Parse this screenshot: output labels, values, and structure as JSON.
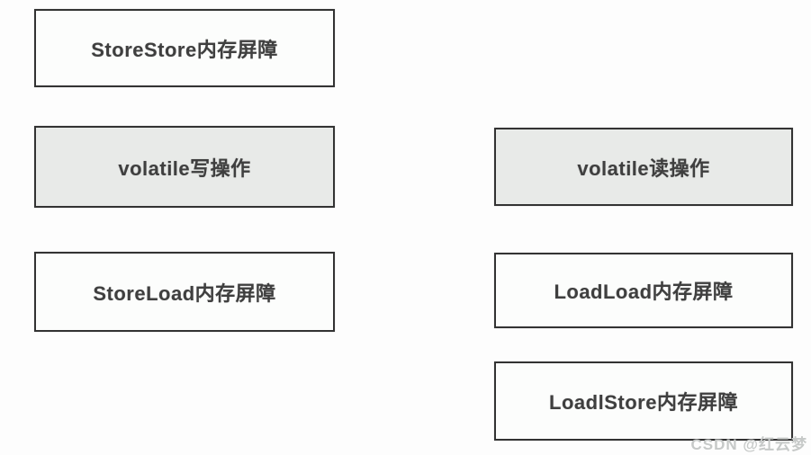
{
  "boxes": [
    {
      "id": "storestore-barrier",
      "label": "StoreStore内存屏障",
      "variant": "white"
    },
    {
      "id": "volatile-write",
      "label": "volatile写操作",
      "variant": "gray"
    },
    {
      "id": "storeload-barrier",
      "label": "StoreLoad内存屏障",
      "variant": "white"
    },
    {
      "id": "volatile-read",
      "label": "volatile读操作",
      "variant": "gray"
    },
    {
      "id": "loadload-barrier",
      "label": "LoadLoad内存屏障",
      "variant": "white"
    },
    {
      "id": "loadlstore-barrier",
      "label": "LoadlStore内存屏障",
      "variant": "white"
    }
  ],
  "watermark": "CSDN @红云梦",
  "colors": {
    "background": "#fdfdfd",
    "box_border": "#333333",
    "box_fill_white": "#fcfdfc",
    "box_fill_gray": "#e8eae8",
    "text": "#3f3f3f",
    "watermark": "#c6c9c8"
  }
}
